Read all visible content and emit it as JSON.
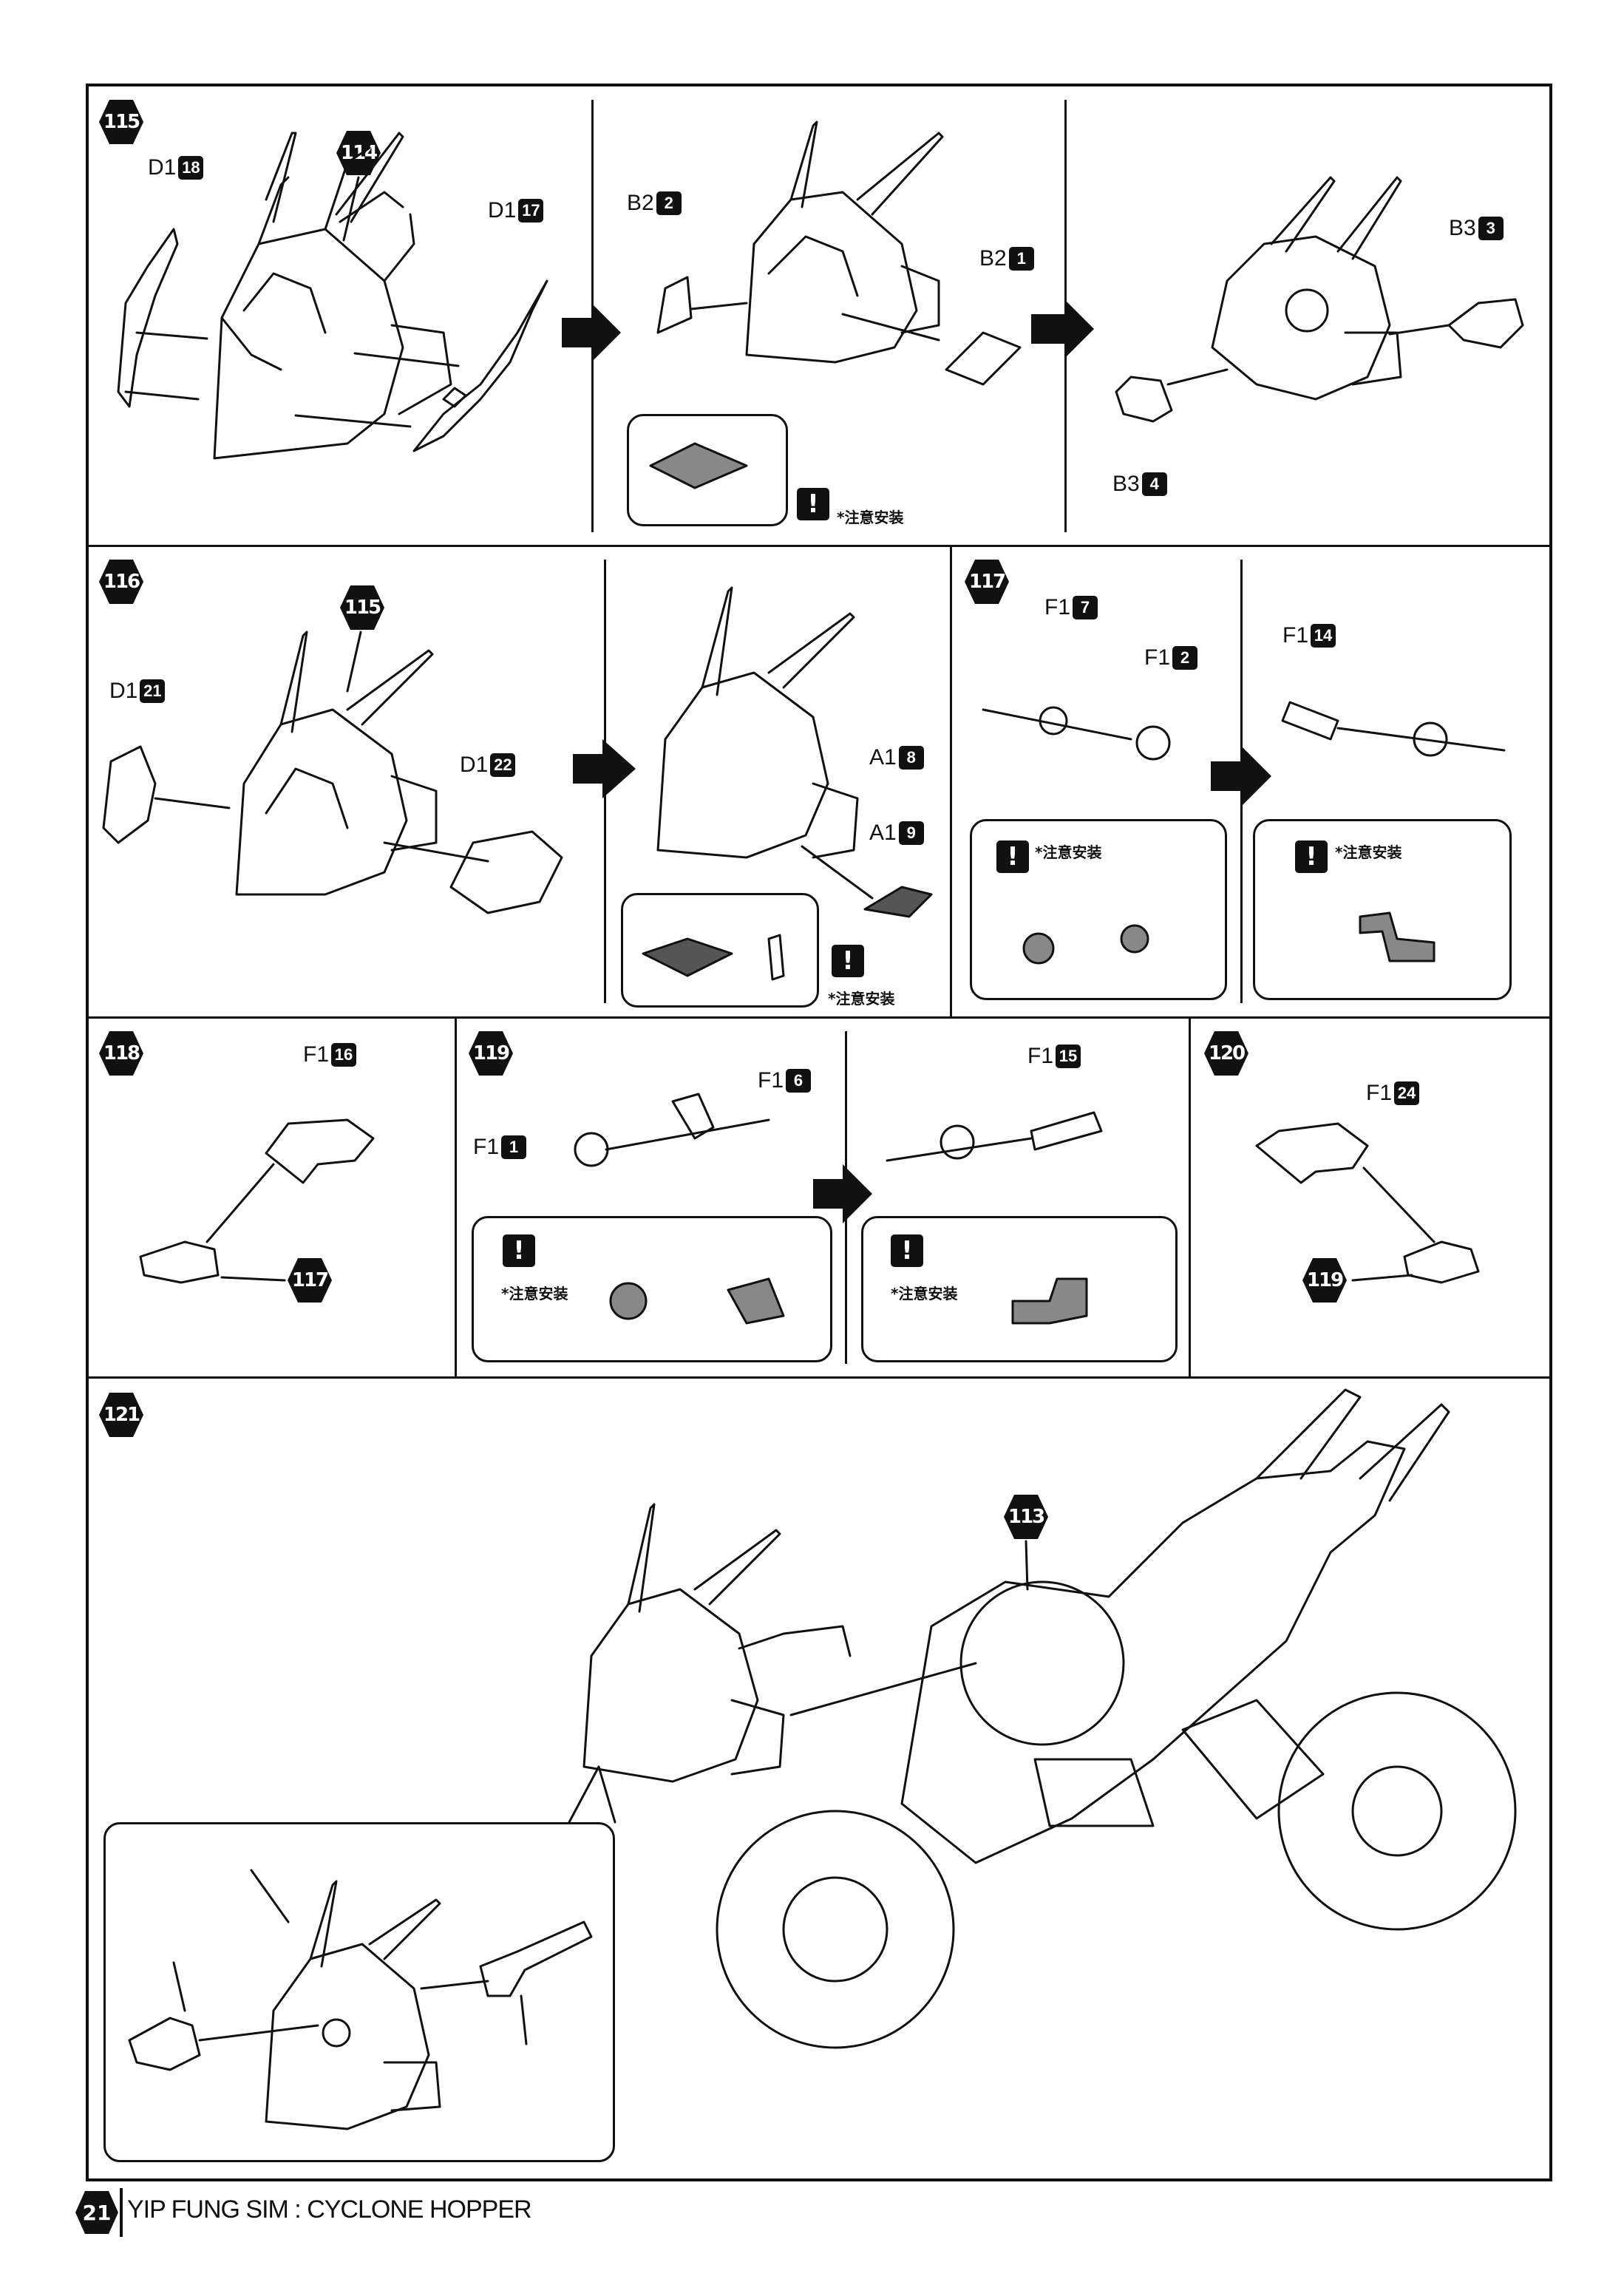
{
  "steps": {
    "s115": "115",
    "s116": "116",
    "s117": "117",
    "s118": "118",
    "s119": "119",
    "s120": "120",
    "s121": "121"
  },
  "refs": {
    "r114": "114",
    "r115": "115",
    "r117": "117",
    "r119": "119",
    "r113": "113",
    "r116": "116",
    "r118": "118",
    "r120": "120"
  },
  "parts": {
    "d1_18": {
      "code": "D1",
      "num": "18"
    },
    "d1_17": {
      "code": "D1",
      "num": "17"
    },
    "b2_2": {
      "code": "B2",
      "num": "2"
    },
    "b2_1": {
      "code": "B2",
      "num": "1"
    },
    "b3_3": {
      "code": "B3",
      "num": "3"
    },
    "b3_4": {
      "code": "B3",
      "num": "4"
    },
    "d1_21": {
      "code": "D1",
      "num": "21"
    },
    "d1_22": {
      "code": "D1",
      "num": "22"
    },
    "a1_8": {
      "code": "A1",
      "num": "8"
    },
    "a1_9": {
      "code": "A1",
      "num": "9"
    },
    "f1_7": {
      "code": "F1",
      "num": "7"
    },
    "f1_2": {
      "code": "F1",
      "num": "2"
    },
    "f1_14": {
      "code": "F1",
      "num": "14"
    },
    "f1_16": {
      "code": "F1",
      "num": "16"
    },
    "f1_6": {
      "code": "F1",
      "num": "6"
    },
    "f1_1": {
      "code": "F1",
      "num": "1"
    },
    "f1_15": {
      "code": "F1",
      "num": "15"
    },
    "f1_24": {
      "code": "F1",
      "num": "24"
    }
  },
  "notes": {
    "caution": "*注意安装",
    "warn_symbol": "!"
  },
  "footer": {
    "page": "21",
    "title": "YIP FUNG SIM : CYCLONE HOPPER"
  }
}
